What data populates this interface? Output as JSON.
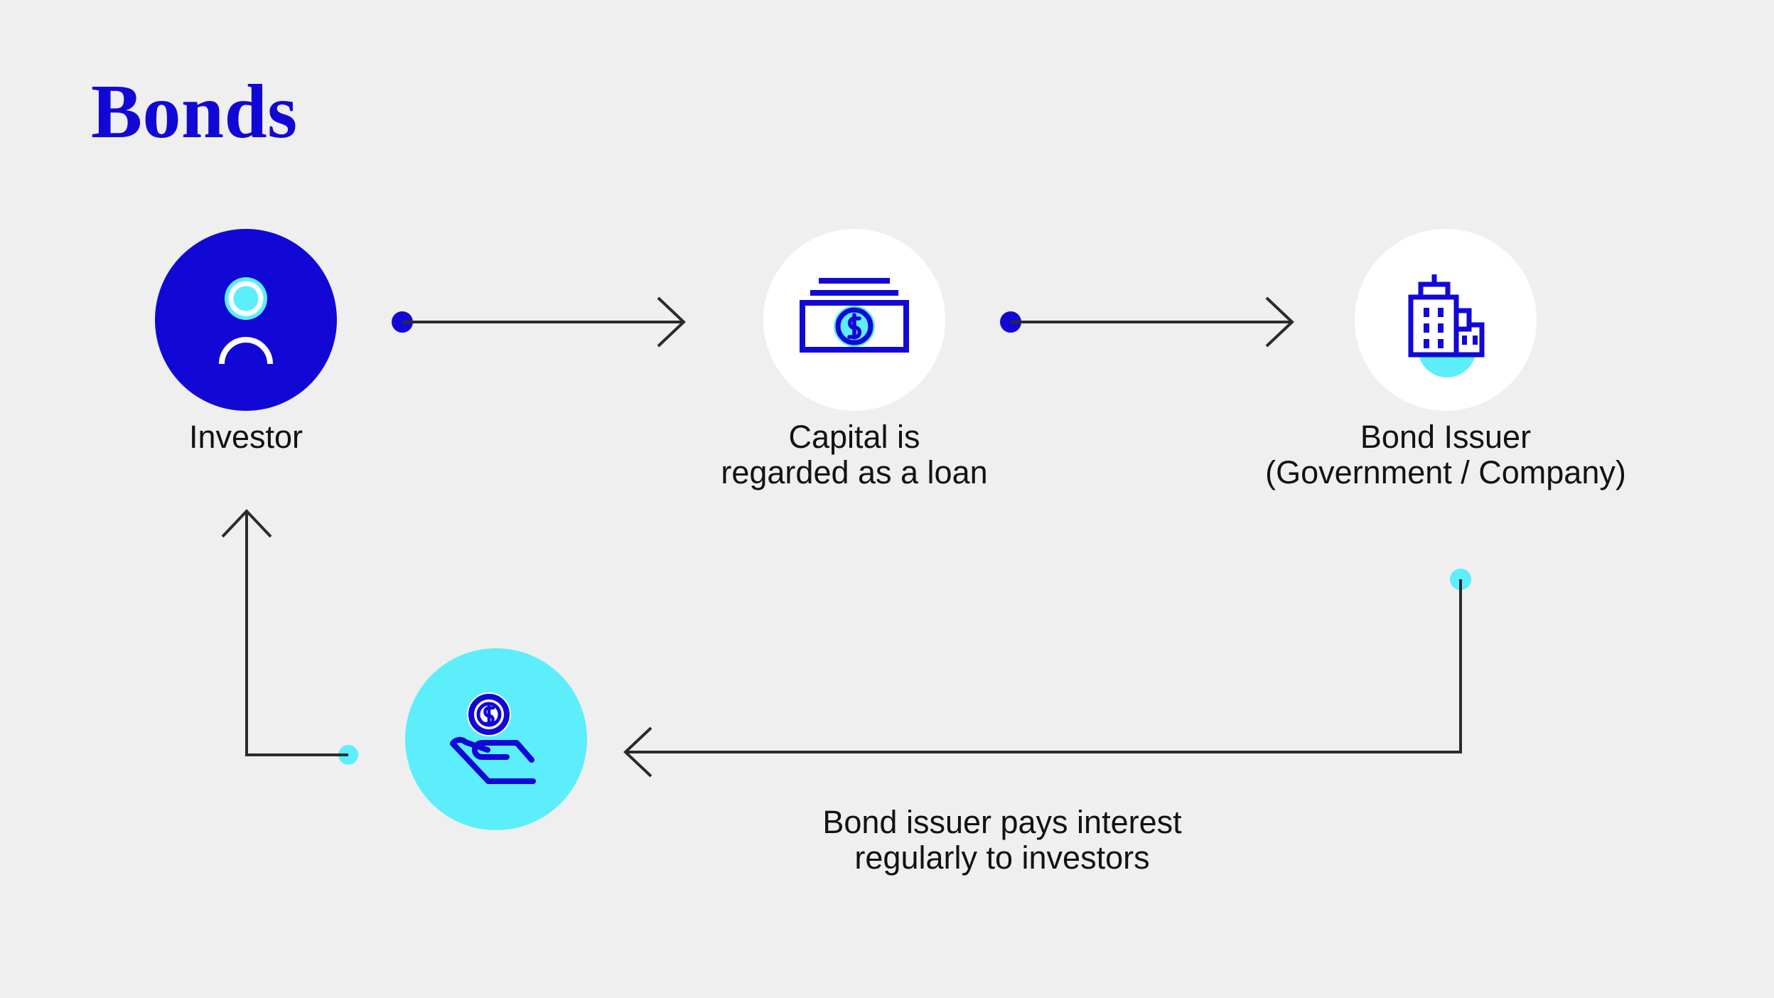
{
  "page": {
    "title": "Bonds",
    "background_color": "#efefef"
  },
  "theme": {
    "deep_blue": "#1208d6",
    "cyan": "#5ceefb",
    "white": "#ffffff",
    "line": "#2b2b2b",
    "text": "#121212"
  },
  "diagram": {
    "type": "flow-cycle",
    "nodes": [
      {
        "id": "investor",
        "icon": "person-icon",
        "circle_fill": "#1208d6",
        "label": "Investor"
      },
      {
        "id": "capital",
        "icon": "banknote-dollar-icon",
        "circle_fill": "#ffffff",
        "label": "Capital is\nregarded as a loan"
      },
      {
        "id": "issuer",
        "icon": "buildings-icon",
        "circle_fill": "#ffffff",
        "label": "Bond Issuer\n(Government / Company)"
      },
      {
        "id": "interest",
        "icon": "hand-holding-coin-icon",
        "circle_fill": "#5ceefb",
        "label": "Bond issuer pays interest\nregularly to investors"
      }
    ],
    "connectors": [
      {
        "id": "investor-to-capital",
        "from": "investor",
        "to": "capital",
        "dot_color": "#1208d6",
        "direction": "right"
      },
      {
        "id": "capital-to-issuer",
        "from": "capital",
        "to": "issuer",
        "dot_color": "#1208d6",
        "direction": "right"
      },
      {
        "id": "issuer-to-interest",
        "from": "issuer",
        "to": "interest",
        "dot_color": "#5ceefb",
        "direction": "left"
      },
      {
        "id": "interest-to-investor",
        "from": "interest",
        "to": "investor",
        "dot_color": "#5ceefb",
        "direction": "up"
      }
    ]
  }
}
